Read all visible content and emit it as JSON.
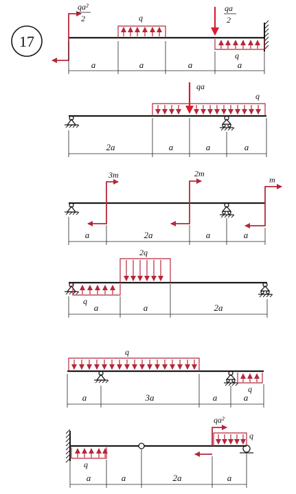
{
  "problem_number": "17",
  "colors": {
    "beam": "#1a1a1a",
    "load": "#b5273a",
    "force": "#d81e2c",
    "dim": "#222222"
  },
  "schemes": [
    {
      "id": 1,
      "labels": {
        "moment": "qa²",
        "moment_den": "2",
        "udl_top": "q",
        "force": "qa",
        "force_den": "2",
        "udl_bottom": "q"
      },
      "dims": [
        "a",
        "a",
        "a",
        "a"
      ]
    },
    {
      "id": 2,
      "labels": {
        "force": "qa",
        "udl": "q"
      },
      "dims": [
        "2a",
        "a",
        "a",
        "a"
      ]
    },
    {
      "id": 3,
      "labels": {
        "m1": "3m",
        "m2": "2m",
        "m3": "m"
      },
      "dims": [
        "a",
        "2a",
        "a",
        "a"
      ]
    },
    {
      "id": 4,
      "labels": {
        "udl_top": "2q",
        "udl_bottom": "q"
      },
      "dims": [
        "a",
        "a",
        "2a"
      ]
    },
    {
      "id": 5,
      "labels": {
        "udl_top": "q",
        "udl_right": "q"
      },
      "dims": [
        "a",
        "3a",
        "a",
        "a"
      ]
    },
    {
      "id": 6,
      "labels": {
        "udl_left": "q",
        "moment": "qa²",
        "udl_right": "q"
      },
      "dims": [
        "a",
        "a",
        "2a",
        "a"
      ]
    }
  ]
}
